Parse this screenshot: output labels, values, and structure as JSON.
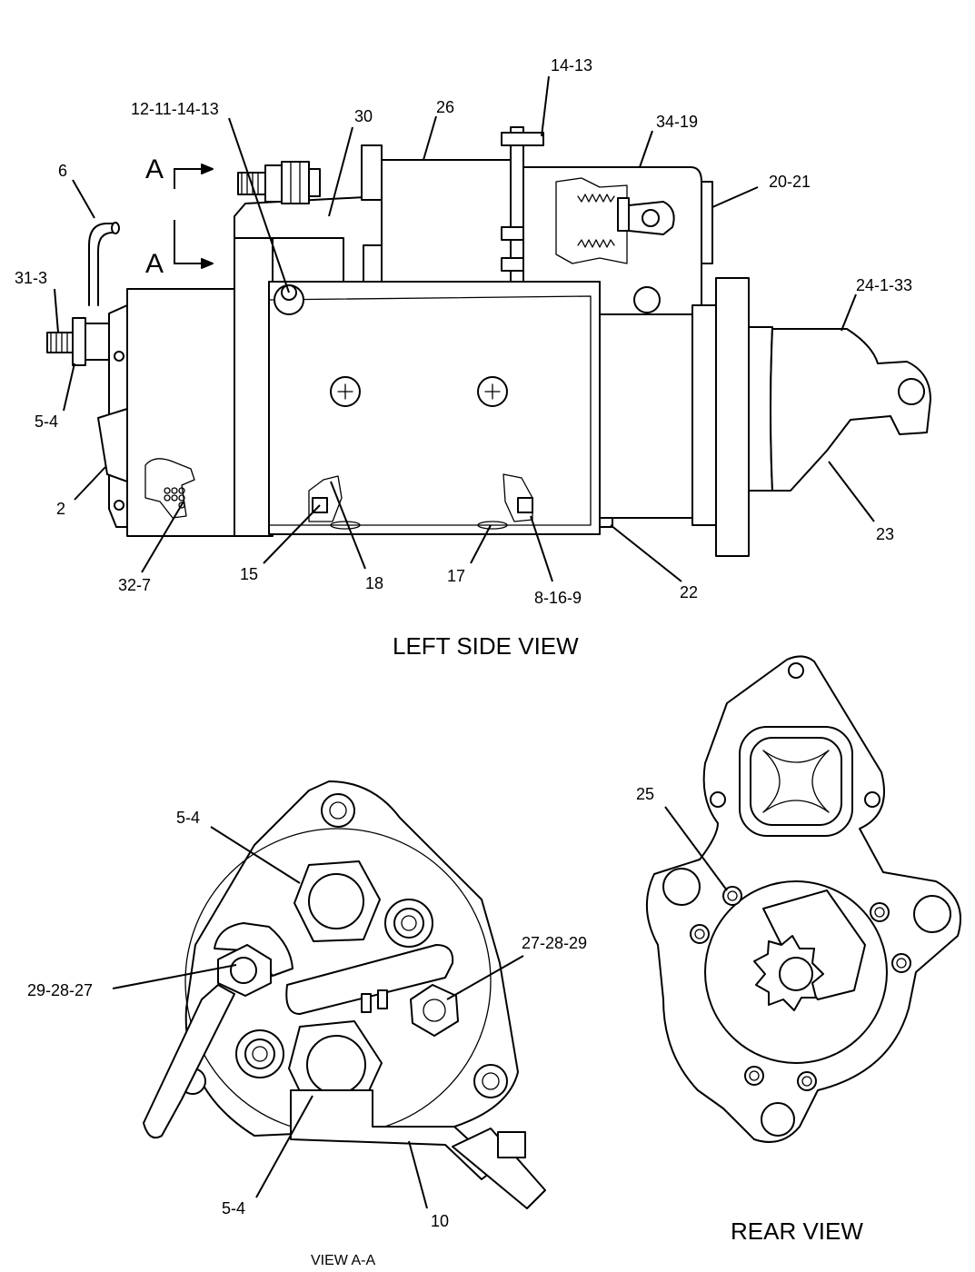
{
  "views": {
    "left_side": "LEFT SIDE VIEW",
    "view_aa": "VIEW A-A",
    "rear": "REAR VIEW"
  },
  "section_marks": {
    "upper": "A",
    "lower": "A"
  },
  "callouts": {
    "c14_13": "14-13",
    "c26": "26",
    "c30": "30",
    "c12_11_14_13": "12-11-14-13",
    "c34_19": "34-19",
    "c6": "6",
    "c20_21": "20-21",
    "c31_3": "31-3",
    "c24_1_33": "24-1-33",
    "c5_4_side": "5-4",
    "c2": "2",
    "c23": "23",
    "c32_7": "32-7",
    "c15": "15",
    "c18": "18",
    "c17": "17",
    "c8_16_9": "8-16-9",
    "c22": "22",
    "c5_4_top": "5-4",
    "c27_28_29": "27-28-29",
    "c29_28_27": "29-28-27",
    "c5_4_bottom": "5-4",
    "c10": "10",
    "c25": "25"
  }
}
